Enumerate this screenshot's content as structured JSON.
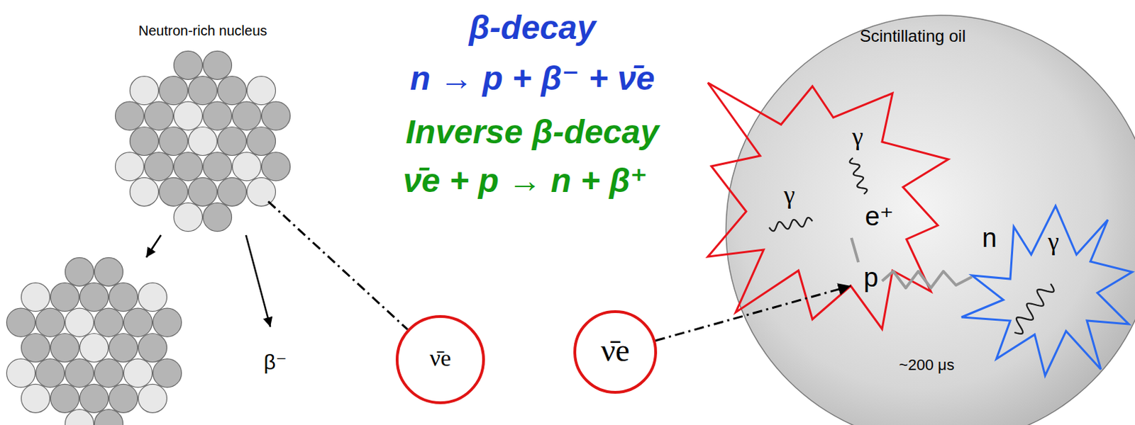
{
  "diagram": {
    "nodes": [
      {
        "text": [
          "Neutron-rich nucleus"
        ]
      },
      {
        "text": [
          "ν̄e"
        ]
      },
      {
        "text": [
          "ν̄e"
        ]
      },
      {
        "text": [
          "Scintillating oil"
        ]
      },
      {
        "text": [
          "γ",
          "γ",
          "e⁺"
        ],
        "in": 3
      },
      {
        "text": [
          "γ"
        ],
        "in": 3
      }
    ],
    "edges": [
      {
        "from": 0,
        "to": 1,
        "arrow": "none"
      },
      {
        "from": 2,
        "to": 4,
        "arrow": "to"
      }
    ],
    "labels": [
      "β-decay",
      "n → p + β⁻ + ν̄e",
      "Inverse β-decay",
      "ν̄e + p → n + β⁺",
      "β⁻",
      "p",
      "n",
      "~200 μs"
    ]
  }
}
